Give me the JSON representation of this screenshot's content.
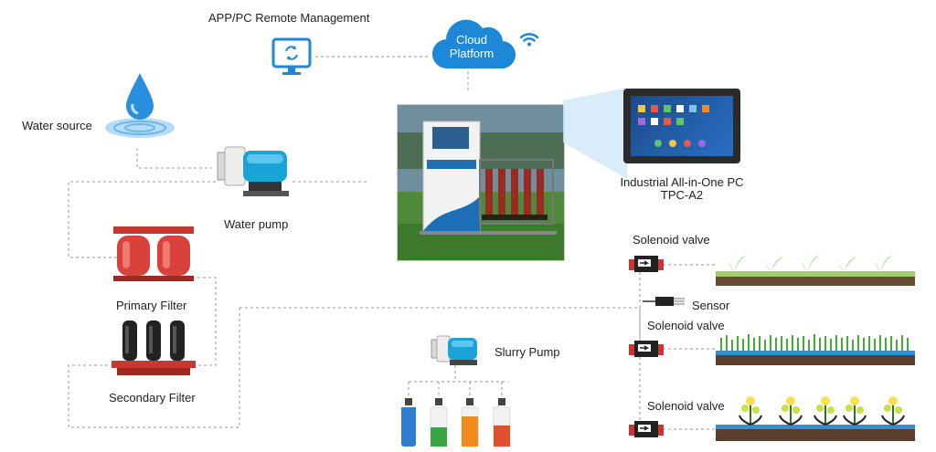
{
  "labels": {
    "remote": "APP/PC Remote Management",
    "cloud": "Cloud Platform",
    "water_source": "Water source",
    "water_pump": "Water pump",
    "pc_name": "Industrial All-in-One PC",
    "pc_model": "TPC-A2",
    "primary_filter": "Primary Filter",
    "secondary_filter": "Secondary Filter",
    "slurry_pump": "Slurry Pump",
    "sensor": "Sensor",
    "valve1": "Solenoid valve",
    "valve2": "Solenoid valve",
    "valve3": "Solenoid valve"
  },
  "colors": {
    "accent_blue": "#1e88d8",
    "filter_red": "#c8382e",
    "wire": "#9a9a9a"
  },
  "tank_colors": [
    "#2f7fd0",
    "#3aa545",
    "#f08c1e",
    "#e0502c"
  ]
}
